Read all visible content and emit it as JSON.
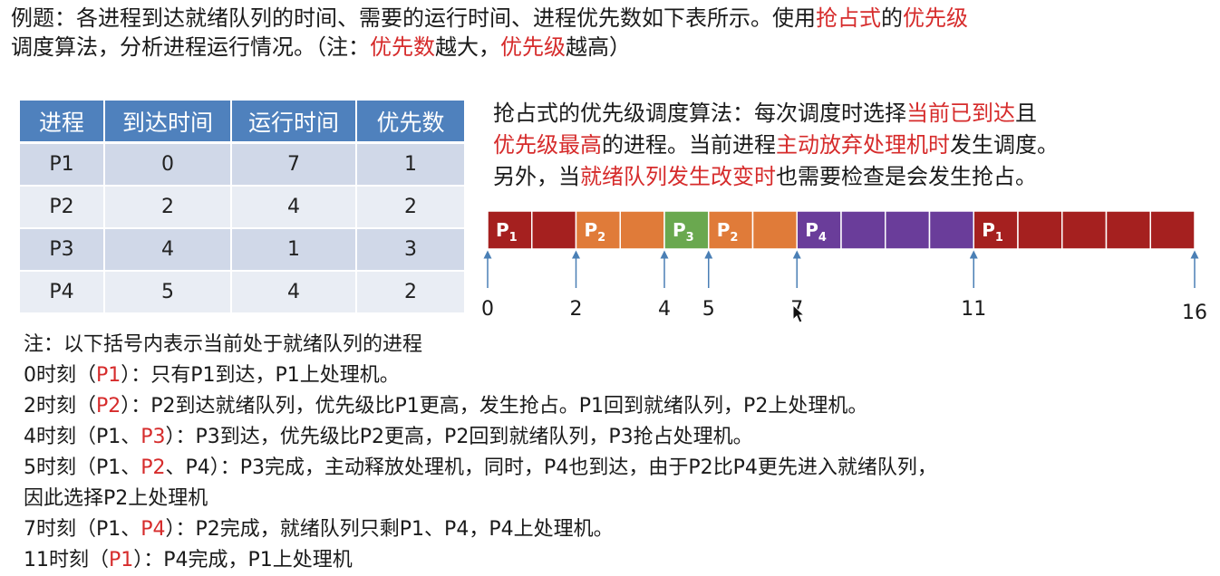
{
  "intro": {
    "line1_a": "例题：各进程到达就绪队列的时间、需要的运行时间、进程优先数如下表所示。使用",
    "line1_hl1": "抢占式",
    "line1_b": "的",
    "line1_hl2": "优先级",
    "line2_a": "调度算法，分析进程运行情况。（注：",
    "line2_hl1": "优先数",
    "line2_b": "越大，",
    "line2_hl2": "优先级",
    "line2_c": "越高）"
  },
  "table": {
    "headers": [
      "进程",
      "到达时间",
      "运行时间",
      "优先数"
    ],
    "rows": [
      [
        "P1",
        "0",
        "7",
        "1"
      ],
      [
        "P2",
        "2",
        "4",
        "2"
      ],
      [
        "P3",
        "4",
        "1",
        "3"
      ],
      [
        "P4",
        "5",
        "4",
        "2"
      ]
    ]
  },
  "algo": {
    "l1_a": "抢占式的优先级调度算法：每次调度时选择",
    "l1_hl": "当前已到达",
    "l1_b": "且",
    "l2_hl1": "优先级最高",
    "l2_a": "的进程。当前进程",
    "l2_hl2": "主动放弃处理机时",
    "l2_b": "发生调度。",
    "l3_a": "另外，当",
    "l3_hl": "就绪队列发生改变时",
    "l3_b": "也需要检查是会发生抢占。"
  },
  "chart_data": {
    "type": "gantt",
    "x_range": [
      0,
      16
    ],
    "tick_values": [
      0,
      2,
      4,
      5,
      7,
      11,
      16
    ],
    "tick_labels": [
      "0",
      "2",
      "4",
      "5",
      "7",
      "11",
      "16"
    ],
    "segments": [
      {
        "process": "P",
        "sub": "1",
        "start": 0,
        "end": 2,
        "color": "#a5201f"
      },
      {
        "process": "P",
        "sub": "2",
        "start": 2,
        "end": 4,
        "color": "#e07b39"
      },
      {
        "process": "P",
        "sub": "3",
        "start": 4,
        "end": 5,
        "color": "#6aa84f"
      },
      {
        "process": "P",
        "sub": "2",
        "start": 5,
        "end": 7,
        "color": "#e07b39"
      },
      {
        "process": "P",
        "sub": "4",
        "start": 7,
        "end": 11,
        "color": "#6a3d9a"
      },
      {
        "process": "P",
        "sub": "1",
        "start": 11,
        "end": 16,
        "color": "#a5201f"
      }
    ]
  },
  "notes": [
    {
      "parts": [
        {
          "t": "注：以下括号内表示当前处于就绪队列的进程",
          "hl": false
        }
      ]
    },
    {
      "parts": [
        {
          "t": "0时刻（",
          "hl": false
        },
        {
          "t": "P1",
          "hl": true
        },
        {
          "t": "）：只有P1到达，P1上处理机。",
          "hl": false
        }
      ]
    },
    {
      "parts": [
        {
          "t": "2时刻（",
          "hl": false
        },
        {
          "t": "P2",
          "hl": true
        },
        {
          "t": "）：P2到达就绪队列，优先级比P1更高，发生抢占。P1回到就绪队列，P2上处理机。",
          "hl": false
        }
      ]
    },
    {
      "parts": [
        {
          "t": "4时刻（P1、",
          "hl": false
        },
        {
          "t": "P3",
          "hl": true
        },
        {
          "t": "）：P3到达，优先级比P2更高，P2回到就绪队列，P3抢占处理机。",
          "hl": false
        }
      ]
    },
    {
      "parts": [
        {
          "t": "5时刻（P1、",
          "hl": false
        },
        {
          "t": "P2",
          "hl": true
        },
        {
          "t": "、P4）：P3完成，主动释放处理机，同时，P4也到达，由于P2比P4更先进入就绪队列，",
          "hl": false
        }
      ]
    },
    {
      "parts": [
        {
          "t": "因此选择P2上处理机",
          "hl": false
        }
      ]
    },
    {
      "parts": [
        {
          "t": "7时刻（P1、",
          "hl": false
        },
        {
          "t": "P4",
          "hl": true
        },
        {
          "t": "）：P2完成，就绪队列只剩P1、P4，P4上处理机。",
          "hl": false
        }
      ]
    },
    {
      "parts": [
        {
          "t": "11时刻（",
          "hl": false
        },
        {
          "t": "P1",
          "hl": true
        },
        {
          "t": "）：P4完成，P1上处理机",
          "hl": false
        }
      ]
    }
  ],
  "colors": {
    "highlight": "#d62b2b",
    "table_header": "#4f81bd",
    "arrow": "#4a7fb5"
  }
}
